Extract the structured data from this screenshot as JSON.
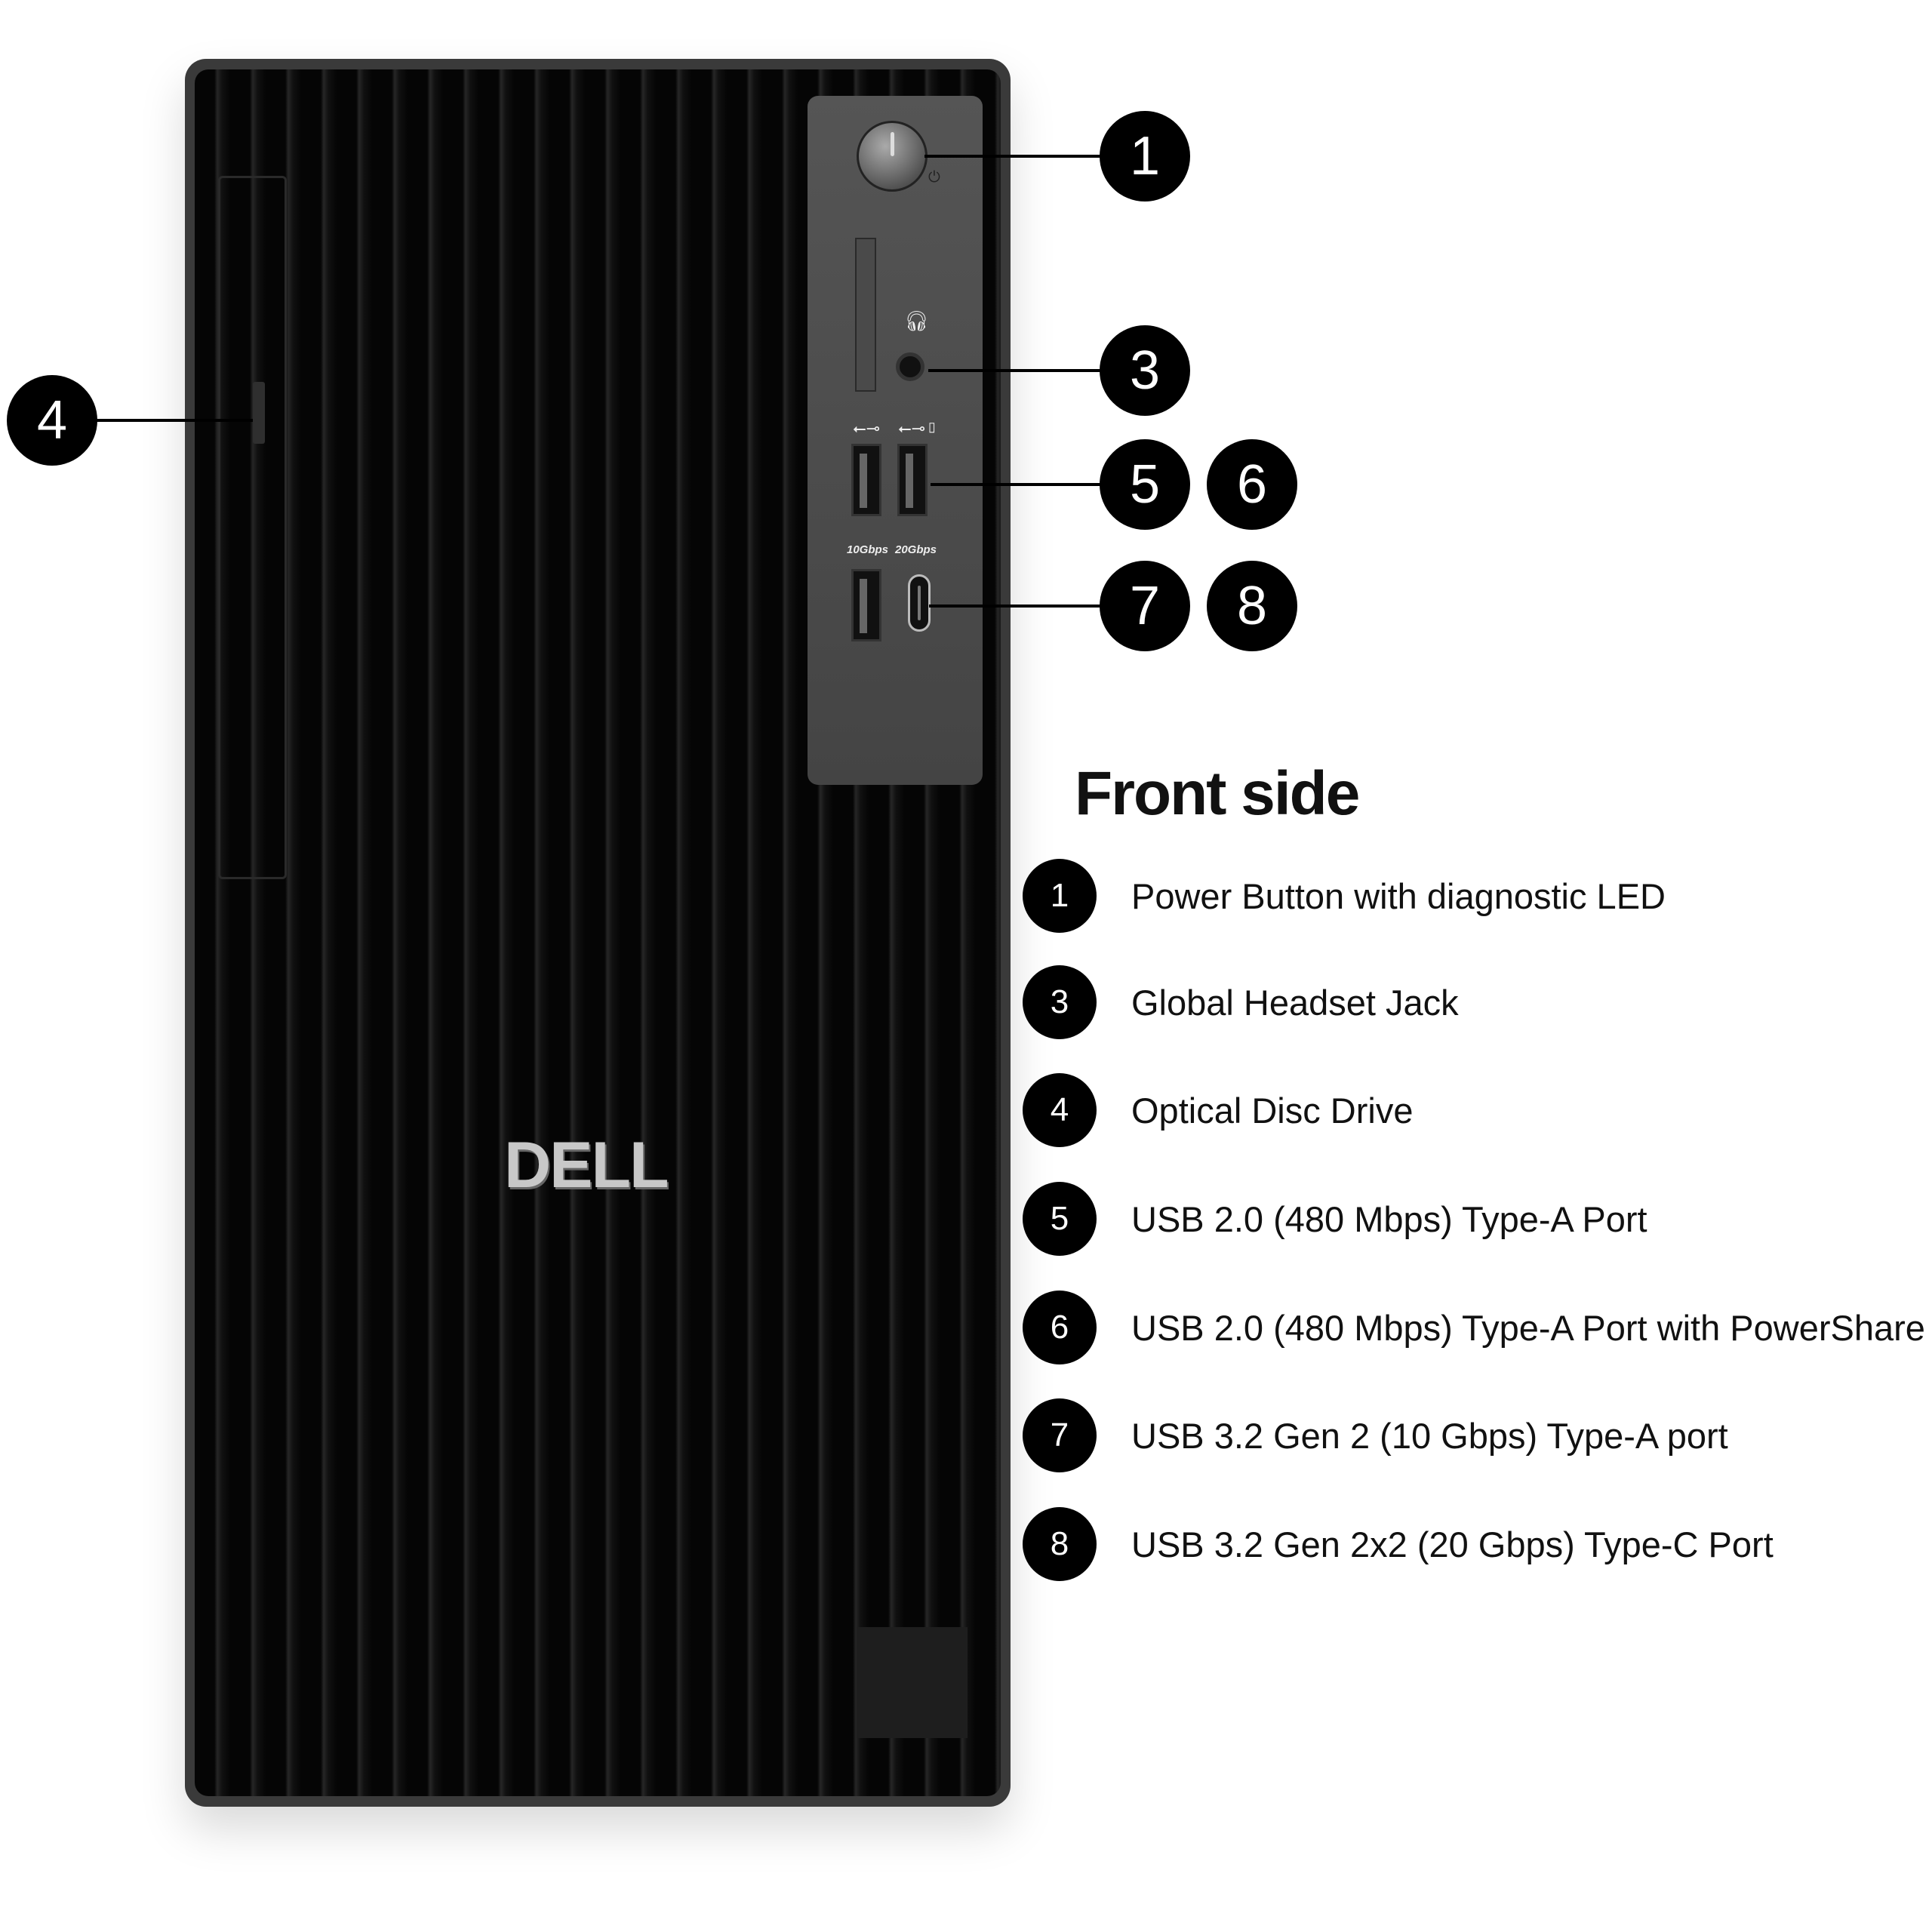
{
  "title": "Front side",
  "brand_logo": "DELL",
  "port_labels": {
    "usb_a_speed": "10Gbps",
    "usb_c_speed": "20Gbps"
  },
  "callouts": [
    "1",
    "3",
    "4",
    "5",
    "6",
    "7",
    "8"
  ],
  "legend": [
    {
      "num": "1",
      "label": "Power Button with diagnostic LED"
    },
    {
      "num": "3",
      "label": "Global Headset Jack"
    },
    {
      "num": "4",
      "label": "Optical Disc Drive"
    },
    {
      "num": "5",
      "label": "USB 2.0 (480 Mbps) Type-A Port"
    },
    {
      "num": "6",
      "label": "USB 2.0 (480 Mbps) Type-A Port with PowerShare"
    },
    {
      "num": "7",
      "label": "USB 3.2 Gen 2 (10 Gbps) Type-A port"
    },
    {
      "num": "8",
      "label": "USB 3.2 Gen 2x2 (20 Gbps) Type-C Port"
    }
  ]
}
